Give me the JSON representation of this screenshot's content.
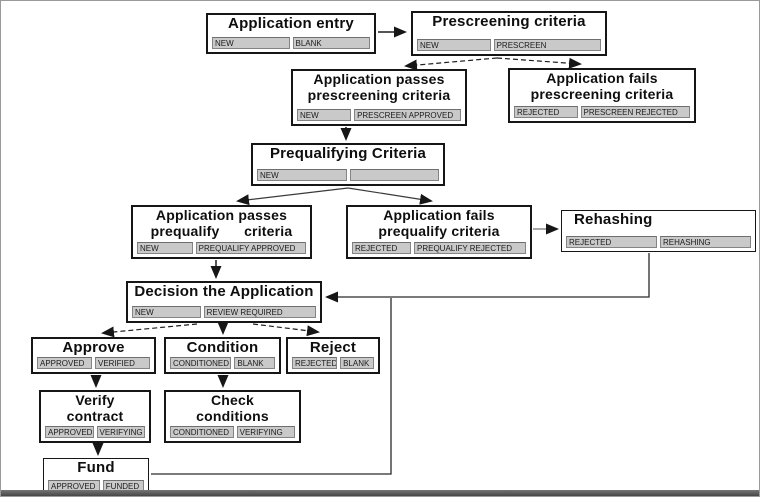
{
  "diagram": {
    "nodes": {
      "app_entry": {
        "title": "Application entry",
        "fields": [
          "NEW",
          "BLANK"
        ]
      },
      "prescreening": {
        "title": "Prescreening criteria",
        "fields": [
          "NEW",
          "PRESCREEN"
        ]
      },
      "passes_prescreening": {
        "title": "Application passes\nprescreening criteria",
        "fields": [
          "NEW",
          "PRESCREEN APPROVED"
        ]
      },
      "fails_prescreening": {
        "title": "Application fails\nprescreening criteria",
        "fields": [
          "REJECTED",
          "PRESCREEN REJECTED"
        ]
      },
      "prequalifying": {
        "title": "Prequalifying Criteria",
        "fields": [
          "NEW",
          ""
        ]
      },
      "passes_prequalify": {
        "title": "Application passes\nprequalify      criteria",
        "fields": [
          "NEW",
          "PREQUALIFY APPROVED"
        ]
      },
      "fails_prequalify": {
        "title": "Application fails\nprequalify criteria",
        "fields": [
          "REJECTED",
          "PREQUALIFY REJECTED"
        ]
      },
      "rehashing": {
        "title": "Rehashing",
        "fields": [
          "REJECTED",
          "REHASHING"
        ]
      },
      "decision": {
        "title": "Decision the Application",
        "fields": [
          "NEW",
          "REVIEW REQUIRED"
        ]
      },
      "approve": {
        "title": "Approve",
        "fields": [
          "APPROVED",
          "VERIFIED"
        ]
      },
      "condition": {
        "title": "Condition",
        "fields": [
          "CONDITIONED",
          "BLANK"
        ]
      },
      "reject": {
        "title": "Reject",
        "fields": [
          "REJECTED",
          "BLANK"
        ]
      },
      "verify_contract": {
        "title": "Verify\ncontract",
        "fields": [
          "APPROVED",
          "VERIFYING"
        ]
      },
      "check_conditions": {
        "title": "Check\nconditions",
        "fields": [
          "CONDITIONED",
          "VERIFYING"
        ]
      },
      "fund": {
        "title": "Fund",
        "fields": [
          "APPROVED",
          "FUNDED"
        ]
      }
    },
    "colors": {
      "line": "#1e1e1e",
      "line_light": "#8c8c8c",
      "field_bg": "#c9c9c9",
      "box_border": "#161616"
    }
  }
}
